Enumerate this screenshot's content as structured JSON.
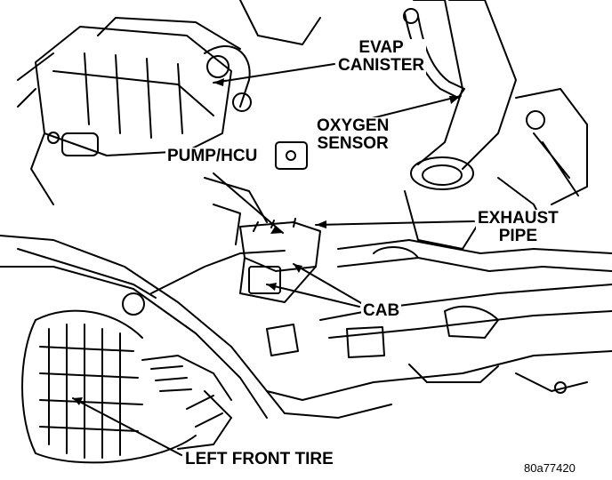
{
  "labels": {
    "evap_canister": [
      "EVAP",
      "CANISTER"
    ],
    "oxygen_sensor": [
      "OXYGEN",
      "SENSOR"
    ],
    "pump_hcu": "PUMP/HCU",
    "exhaust_pipe": [
      "EXHAUST",
      "PIPE"
    ],
    "cab": "CAB",
    "left_front_tire": "LEFT FRONT TIRE"
  },
  "figure_ref": "80a77420",
  "colors": {
    "ink": "#000000",
    "paper": "#ffffff"
  }
}
